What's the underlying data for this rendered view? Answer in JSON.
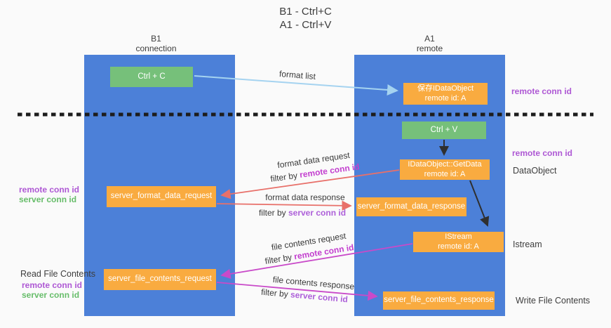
{
  "title": {
    "line1": "B1 - Ctrl+C",
    "line2": "A1 - Ctrl+V"
  },
  "lifelines": {
    "left": {
      "name": "B1",
      "subtitle": "connection"
    },
    "right": {
      "name": "A1",
      "subtitle": "remote"
    }
  },
  "nodes": {
    "ctrl_c": {
      "label": "Ctrl + C"
    },
    "save_dataobject": {
      "line1": "保存IDataObject",
      "line2": "remote id: A"
    },
    "ctrl_v": {
      "label": "Ctrl + V"
    },
    "getdata": {
      "line1": "IDataObject::GetData",
      "line2": "remote id: A"
    },
    "format_request": {
      "label": "server_format_data_request"
    },
    "format_response": {
      "label": "server_format_data_response"
    },
    "istream": {
      "line1": "IStream",
      "line2": "remote id: A"
    },
    "file_request": {
      "label": "server_file_contents_request"
    },
    "file_response": {
      "label": "server_file_contents_response"
    }
  },
  "messages": {
    "format_list": {
      "label": "format list"
    },
    "format_request": {
      "label": "format data request",
      "filter_prefix": "filter by ",
      "filter_key": "remote conn id"
    },
    "format_response": {
      "label": "format data response",
      "filter_prefix": "filter by ",
      "filter_key": "server conn id"
    },
    "file_request": {
      "label": "file contents request",
      "filter_prefix": "filter by ",
      "filter_key": "remote conn id"
    },
    "file_response": {
      "label": "file contents response",
      "filter_prefix": "filter by ",
      "filter_key": "server conn id"
    }
  },
  "annotations": {
    "right_conn_id_top": "remote conn id",
    "right_conn_id_mid": "remote conn id",
    "dataobject": "DataObject",
    "istream": "Istream",
    "write_file_contents": "Write File Contents",
    "read_file_contents": "Read File Contents",
    "left_mid": {
      "remote": "remote conn id",
      "server": "server conn id"
    },
    "left_bottom": {
      "remote": "remote conn id",
      "server": "server conn id"
    }
  },
  "colors": {
    "lifeline_blue": "#4c80d8",
    "node_orange": "#f9ab40",
    "node_green": "#76c07a",
    "arrow_lightblue": "#a5d3f0",
    "arrow_red": "#e8706a",
    "arrow_magenta": "#c94ac9",
    "arrow_black": "#2f2f2f",
    "label_purple": "#ae58d4",
    "label_green": "#67bd6a",
    "filter_remote_purple": "#c340cf",
    "filter_server_purple": "#ad5fd9",
    "background": "#fafafa"
  }
}
